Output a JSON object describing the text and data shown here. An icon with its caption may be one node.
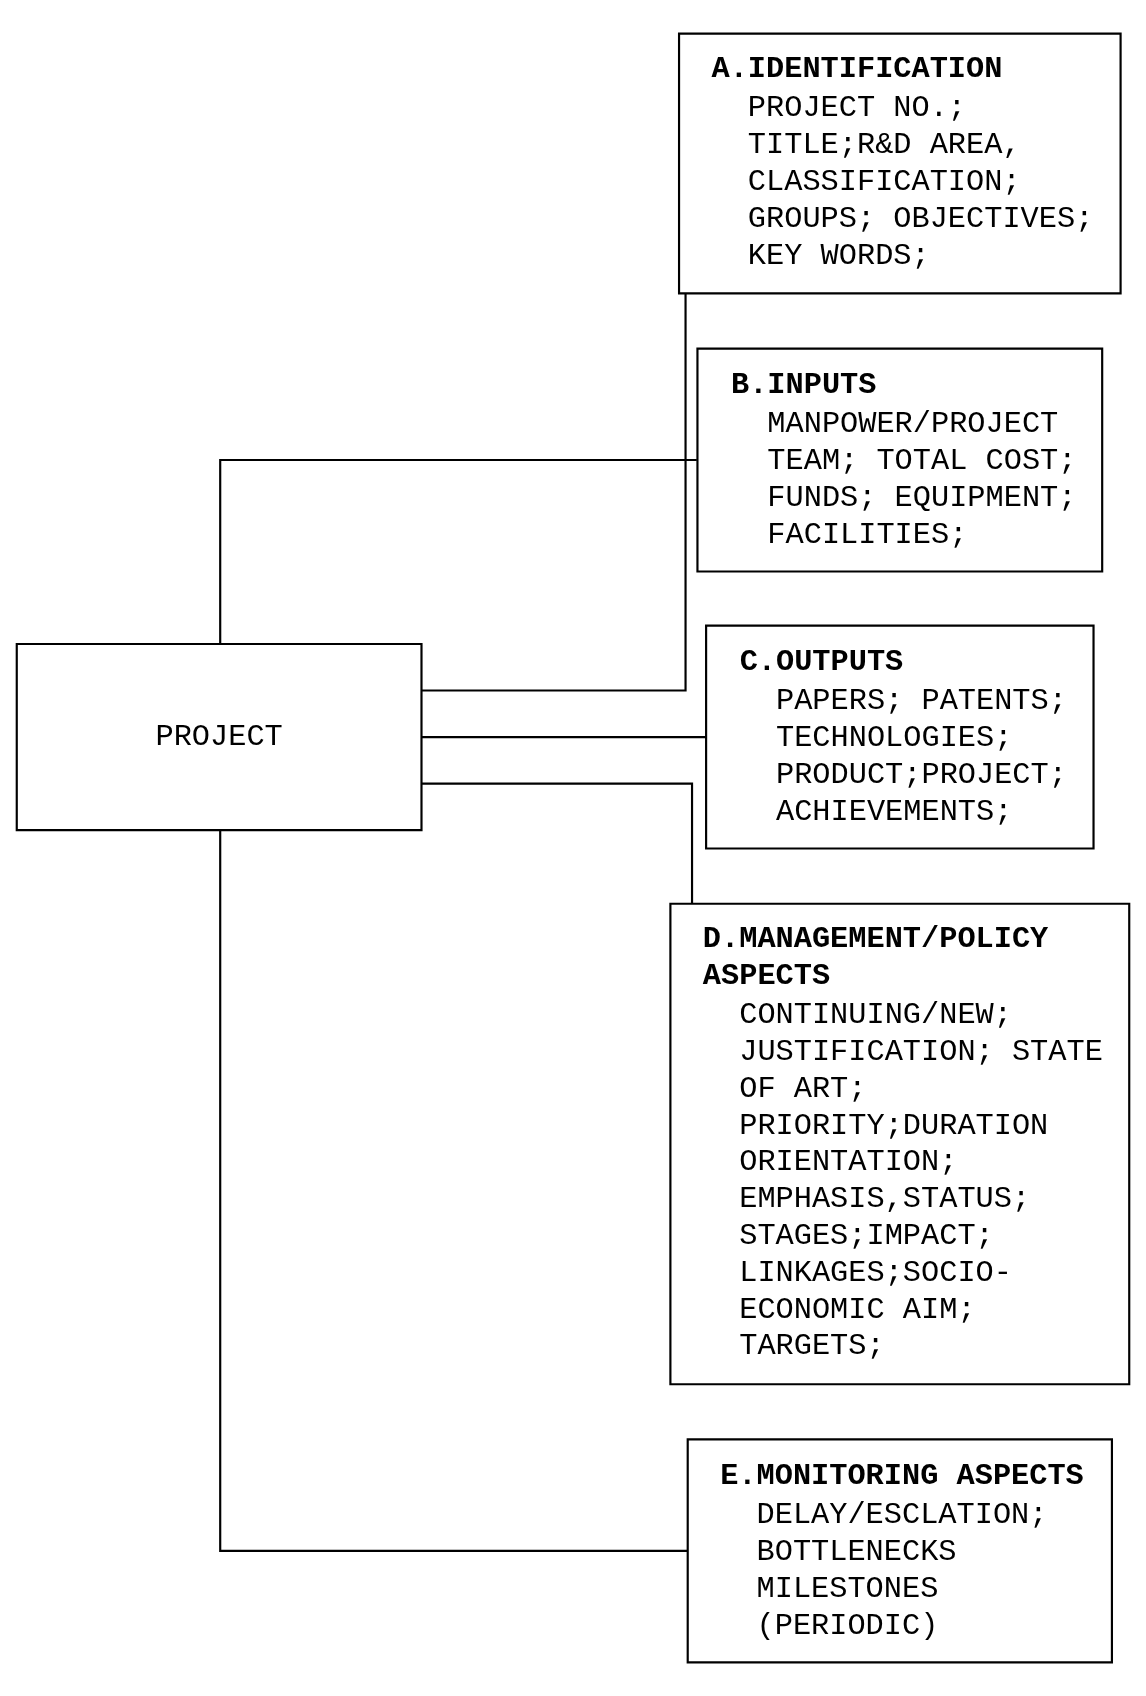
{
  "diagram": {
    "nodes": [
      {
        "text": [
          "PROJECT"
        ]
      },
      {
        "text": [
          "A.IDENTIFICATION",
          "PROJECT NO.; TITLE;R&D AREA, CLASSIFICATION; GROUPS; OBJECTIVES; KEY WORDS;"
        ]
      },
      {
        "text": [
          "B.INPUTS",
          "MANPOWER/PROJECT TEAM; TOTAL COST; FUNDS; EQUIPMENT; FACILITIES;"
        ]
      },
      {
        "text": [
          "C.OUTPUTS",
          "PAPERS; PATENTS; TECHNOLOGIES; PRODUCT;PROJECT; ACHIEVEMENTS;"
        ]
      },
      {
        "text": [
          "D.MANAGEMENT/POLICY ASPECTS",
          "CONTINUING/NEW; JUSTIFICATION; STATE OF ART; PRIORITY;DURATION ORIENTATION; EMPHASIS,STATUS; STAGES;IMPACT; LINKAGES;SOCIO- ECONOMIC AIM; TARGETS;"
        ]
      },
      {
        "text": [
          "E.MONITORING ASPECTS",
          "DELAY/ESCLATION; BOTTLENECKS MILESTONES (PERIODIC)"
        ]
      }
    ],
    "edges": [
      {
        "from": 0,
        "to": 1,
        "arrow": "none"
      },
      {
        "from": 0,
        "to": 2,
        "arrow": "none"
      },
      {
        "from": 0,
        "to": 3,
        "arrow": "none"
      },
      {
        "from": 0,
        "to": 4,
        "arrow": "none"
      },
      {
        "from": 0,
        "to": 5,
        "arrow": "none"
      }
    ]
  }
}
